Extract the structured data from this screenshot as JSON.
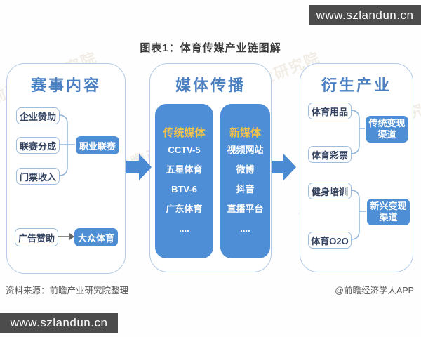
{
  "header": {
    "title": "图表1：体育传媒产业链图解"
  },
  "branding": {
    "url": "www.szlandun.cn",
    "watermark": "前瞻产业研究院",
    "source": "资料来源：前瞻产业研究院整理",
    "credit": "@前瞻经济学人APP"
  },
  "panels": {
    "events": {
      "title": "赛事内容",
      "sponsor": "企业赞助",
      "league_share": "联赛分成",
      "ticket": "门票收入",
      "pro_league": "职业联赛",
      "ad_sponsor": "广告赞助",
      "mass_sport": "大众体育"
    },
    "media": {
      "title": "媒体传播",
      "traditional": {
        "header": "传统媒体",
        "items": [
          "CCTV-5",
          "五星体育",
          "BTV-6",
          "广东体育",
          "...."
        ]
      },
      "new_media": {
        "header": "新媒体",
        "items": [
          "视频网站",
          "微博",
          "抖音",
          "直播平台",
          "...."
        ]
      }
    },
    "derived": {
      "title": "衍生产业",
      "goods": "体育用品",
      "lottery": "体育彩票",
      "traditional_channel": "传统变现渠道",
      "fitness": "健身培训",
      "o2o": "体育O2O",
      "new_channel": "新兴变现渠道"
    }
  },
  "colors": {
    "accent_blue": "#4d8ed5",
    "panel_border": "#b3cbe7",
    "gold_header": "#f0c24b",
    "bar_gray": "#4c4c4c",
    "title_blue": "#4a7fc1"
  }
}
